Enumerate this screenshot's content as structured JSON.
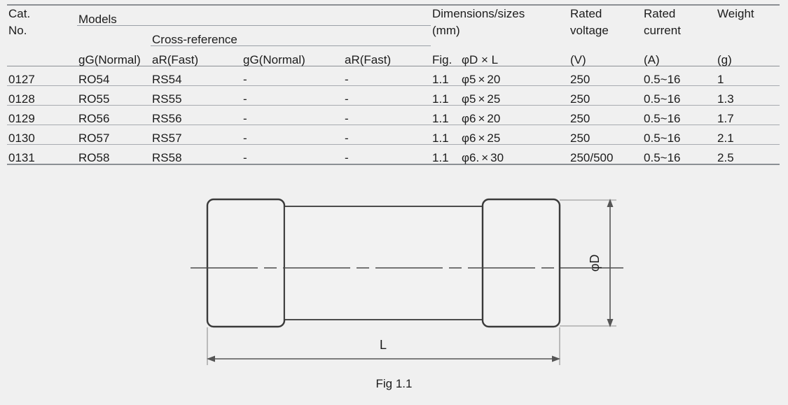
{
  "table": {
    "header": {
      "cat_no_line1": "Cat.",
      "cat_no_line2": "No.",
      "models_group": "Models",
      "cross_reference_group": "Cross-reference",
      "dimensions_group_line1": "Dimensions/sizes",
      "dimensions_group_line2": "(mm)",
      "rated_voltage_line1": "Rated",
      "rated_voltage_line2": "voltage",
      "rated_voltage_unit": "(V)",
      "rated_current_line1": "Rated",
      "rated_current_line2": "current",
      "rated_current_unit": "(A)",
      "weight_line1": "Weight",
      "weight_unit": "(g)",
      "models_gg": "gG(Normal)",
      "models_ar": "aR(Fast)",
      "cross_gg": "gG(Normal)",
      "cross_ar": "aR(Fast)",
      "fig": "Fig.",
      "dim_spec": "φD × L"
    },
    "rows": [
      {
        "cat_no": "0127",
        "models_gg": "RO54",
        "models_ar": "RS54",
        "cross_gg": "-",
        "cross_ar": "-",
        "fig": "1.1",
        "dim_phi": "φ5",
        "dim_times": "×",
        "dim_len": "20",
        "rated_voltage": "250",
        "rated_current": "0.5~16",
        "weight": "1"
      },
      {
        "cat_no": "0128",
        "models_gg": "RO55",
        "models_ar": "RS55",
        "cross_gg": "-",
        "cross_ar": "-",
        "fig": "1.1",
        "dim_phi": "φ5",
        "dim_times": "×",
        "dim_len": "25",
        "rated_voltage": "250",
        "rated_current": "0.5~16",
        "weight": "1.3"
      },
      {
        "cat_no": "0129",
        "models_gg": "RO56",
        "models_ar": "RS56",
        "cross_gg": "-",
        "cross_ar": "-",
        "fig": "1.1",
        "dim_phi": "φ6",
        "dim_times": "×",
        "dim_len": "20",
        "rated_voltage": "250",
        "rated_current": "0.5~16",
        "weight": "1.7"
      },
      {
        "cat_no": "0130",
        "models_gg": "RO57",
        "models_ar": "RS57",
        "cross_gg": "-",
        "cross_ar": "-",
        "fig": "1.1",
        "dim_phi": "φ6",
        "dim_times": "×",
        "dim_len": "25",
        "rated_voltage": "250",
        "rated_current": "0.5~16",
        "weight": "2.1"
      },
      {
        "cat_no": "0131",
        "models_gg": "RO58",
        "models_ar": "RS58",
        "cross_gg": "-",
        "cross_ar": "-",
        "fig": "1.1",
        "dim_phi": "φ6.",
        "dim_times": "×",
        "dim_len": "30",
        "rated_voltage": "250/500",
        "rated_current": "0.5~16",
        "weight": "2.5"
      }
    ]
  },
  "figure": {
    "caption": "Fig 1.1",
    "length_label": "L",
    "diameter_label": "φD"
  },
  "colors": {
    "background": "#f0f0f0",
    "text": "#1c1c1c",
    "rule_strong": "#8b8f94",
    "rule_thin": "#a7abb0",
    "outline": "#3a3a3a",
    "dimension_line": "#555555"
  }
}
